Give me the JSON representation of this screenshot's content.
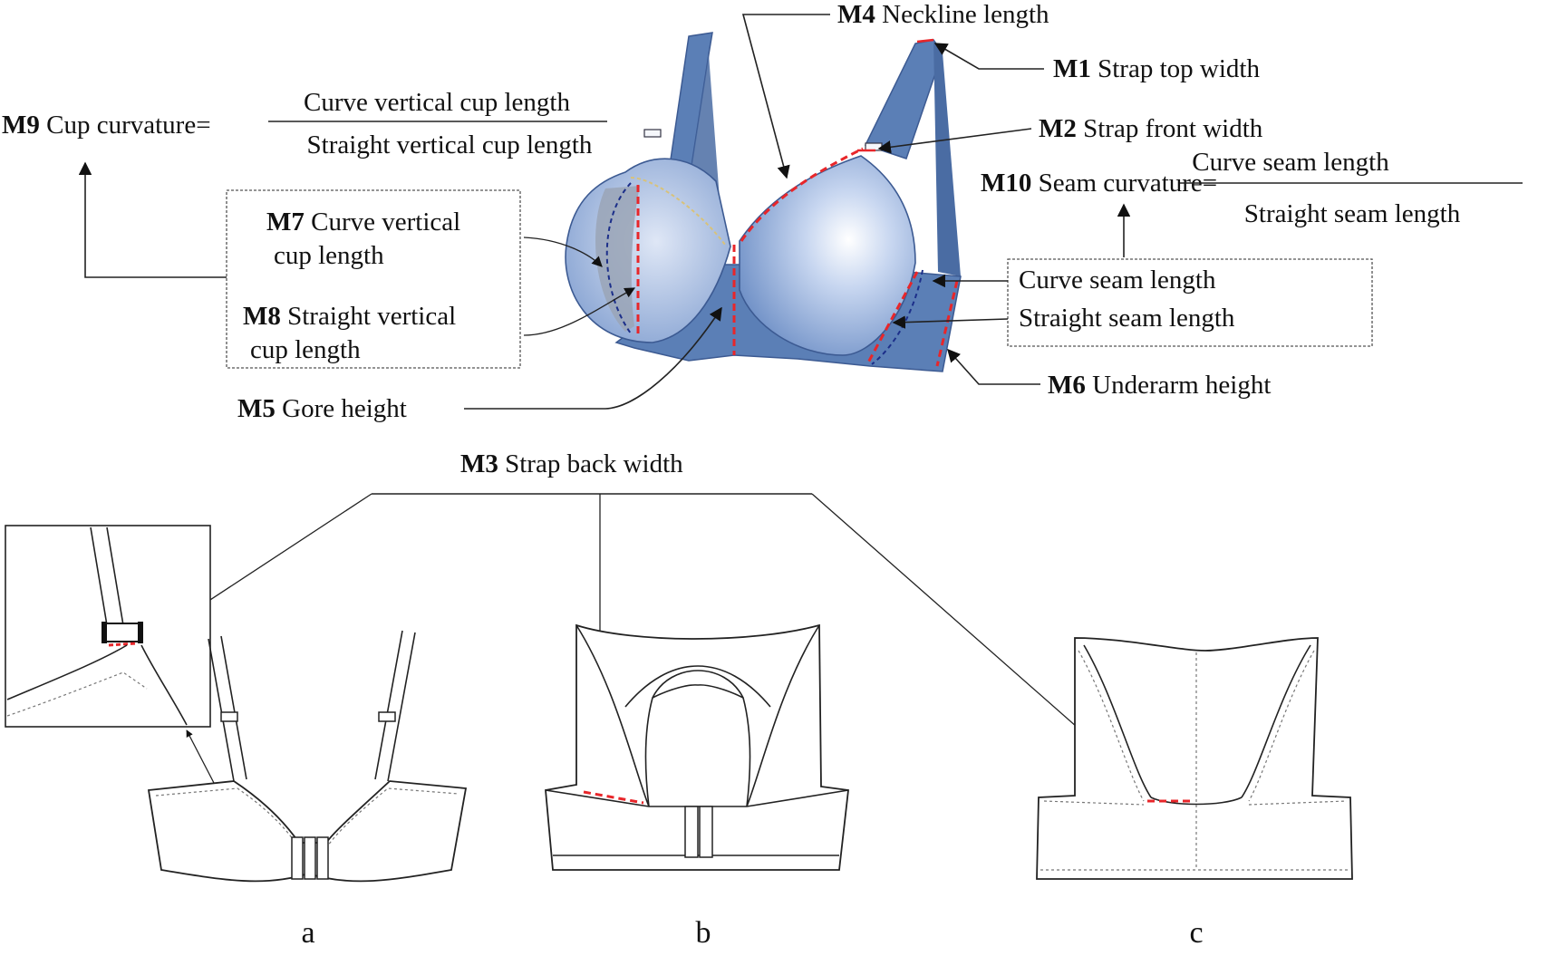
{
  "labels": {
    "m1": {
      "code": "M1",
      "text": " Strap top width"
    },
    "m2": {
      "code": "M2",
      "text": " Strap front width"
    },
    "m3": {
      "code": "M3",
      "text": " Strap back width"
    },
    "m4": {
      "code": "M4",
      "text": " Neckline length"
    },
    "m5": {
      "code": "M5",
      "text": " Gore height"
    },
    "m6": {
      "code": "M6",
      "text": " Underarm height"
    },
    "m7": {
      "code": "M7",
      "text1": " Curve vertical",
      "text2": "cup length"
    },
    "m8": {
      "code": "M8",
      "text1": " Straight vertical",
      "text2": "cup length"
    },
    "m9": {
      "code": "M9",
      "text": " Cup curvature=",
      "numerator": "Curve vertical cup length",
      "denominator": "Straight vertical cup length"
    },
    "m10": {
      "code": "M10",
      "text": " Seam curvature=",
      "numerator": "Curve seam length",
      "denominator": "Straight seam length"
    },
    "seam_box": {
      "line1": "Curve seam length",
      "line2": "Straight seam length"
    }
  },
  "sublabels": [
    "a",
    "b",
    "c"
  ],
  "colors": {
    "bra_blue": "#5b7fb6",
    "bra_light": "#c9d8ef",
    "measure_red": "#e8262a",
    "measure_blue": "#1c2f8a"
  }
}
